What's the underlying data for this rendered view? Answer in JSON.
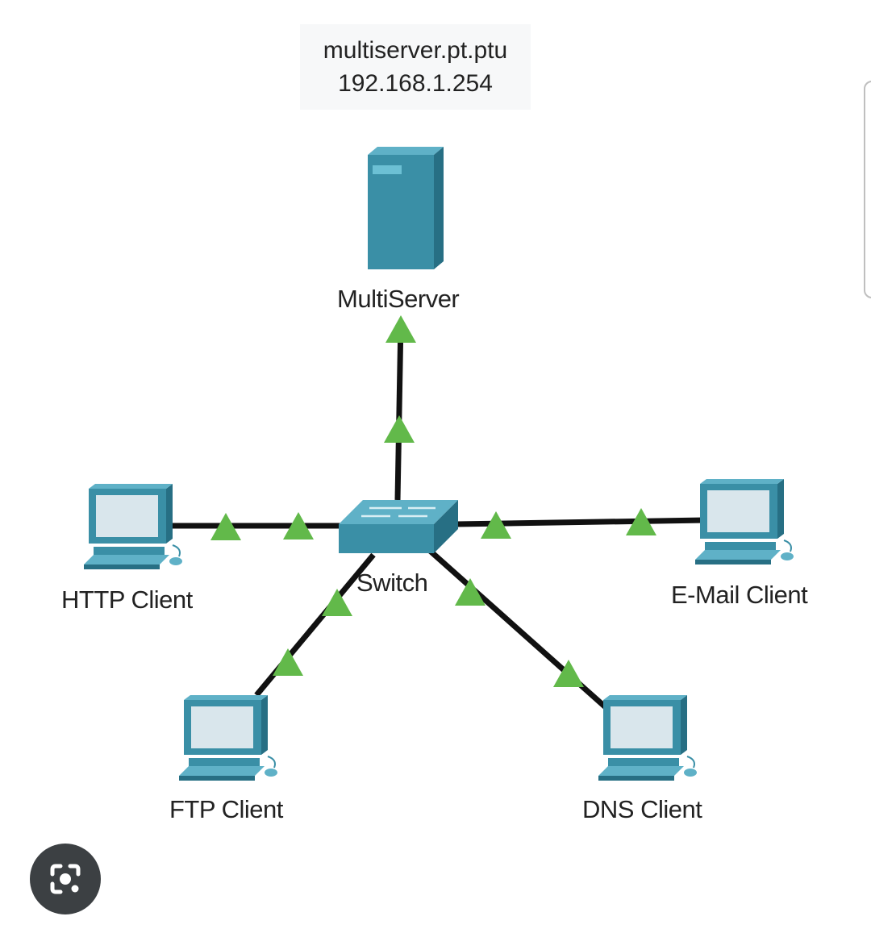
{
  "server_note": {
    "hostname": "multiserver.pt.ptu",
    "ip": "192.168.1.254"
  },
  "nodes": {
    "server": "MultiServer",
    "switch": "Switch",
    "http": "HTTP Client",
    "email": "E-Mail Client",
    "ftp": "FTP Client",
    "dns": "DNS Client"
  },
  "icons": {
    "server": "server-icon",
    "switch": "switch-icon",
    "pc": "pc-icon",
    "link_status": "link-up-triangle-icon",
    "lens": "camera-lens-icon"
  },
  "colors": {
    "device": "#3a8fa6",
    "device_dark": "#276f84",
    "link": "#111111",
    "link_up": "#62b94a",
    "lens_button": "#3c4043"
  }
}
